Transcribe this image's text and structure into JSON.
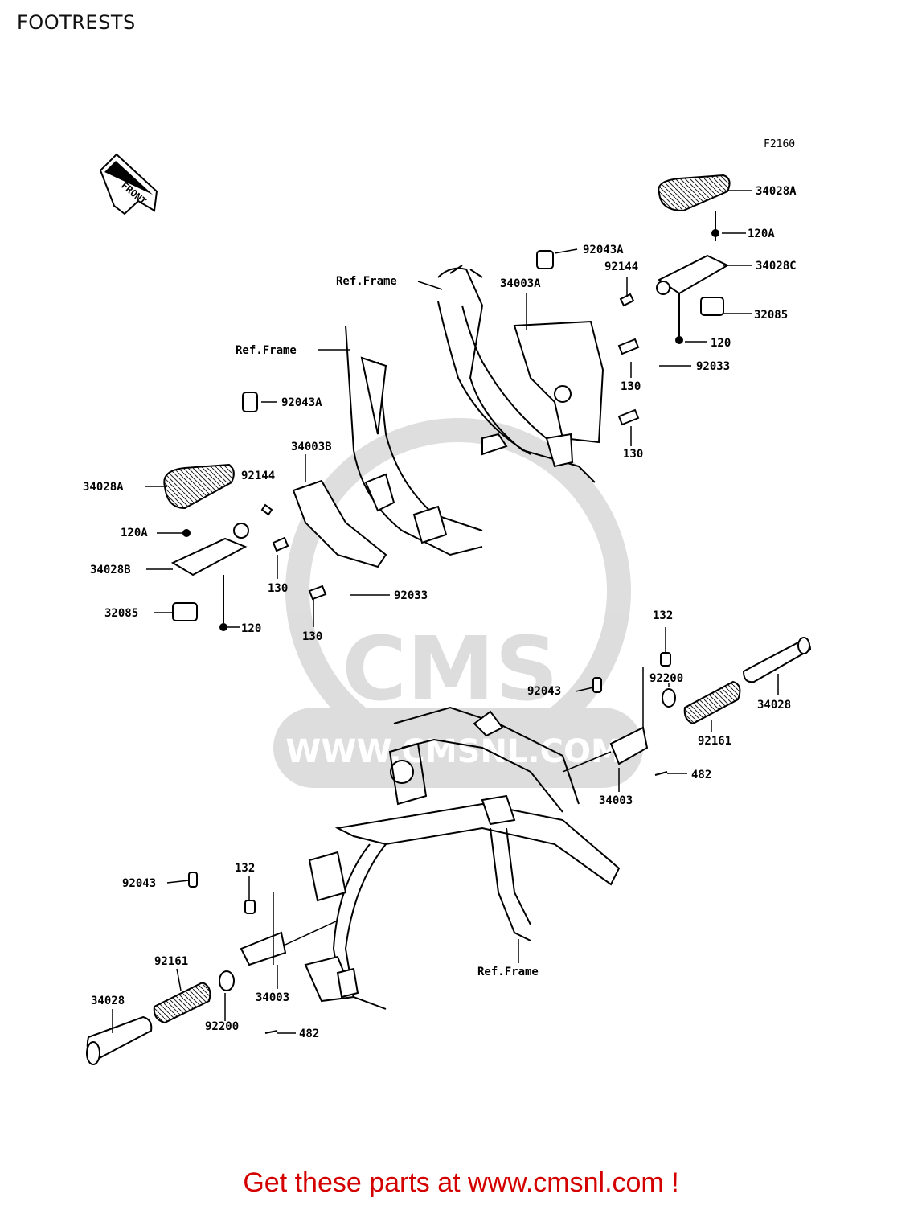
{
  "header": {
    "title": "FOOTRESTS"
  },
  "figure": {
    "code": "F2160",
    "front_marker": "FRONT"
  },
  "watermark": {
    "logo_text": "CMS",
    "site_text": "WWW.CMSNL.COM"
  },
  "parts": [
    {
      "id": "34028A",
      "text": "34028A"
    },
    {
      "id": "120A",
      "text": "120A"
    },
    {
      "id": "34028C",
      "text": "34028C"
    },
    {
      "id": "32085",
      "text": "32085"
    },
    {
      "id": "120",
      "text": "120"
    },
    {
      "id": "92043A",
      "text": "92043A"
    },
    {
      "id": "92144",
      "text": "92144"
    },
    {
      "id": "34003A",
      "text": "34003A"
    },
    {
      "id": "ref-frame",
      "text": "Ref.Frame"
    },
    {
      "id": "130",
      "text": "130"
    },
    {
      "id": "92033",
      "text": "92033"
    },
    {
      "id": "34003B",
      "text": "34003B"
    },
    {
      "id": "34028B",
      "text": "34028B"
    },
    {
      "id": "132",
      "text": "132"
    },
    {
      "id": "92200",
      "text": "92200"
    },
    {
      "id": "92043",
      "text": "92043"
    },
    {
      "id": "34028",
      "text": "34028"
    },
    {
      "id": "92161",
      "text": "92161"
    },
    {
      "id": "482",
      "text": "482"
    },
    {
      "id": "34003",
      "text": "34003"
    }
  ],
  "footer": {
    "link_text": "Get these parts at www.cmsnl.com !",
    "link_color": "#d40000"
  }
}
